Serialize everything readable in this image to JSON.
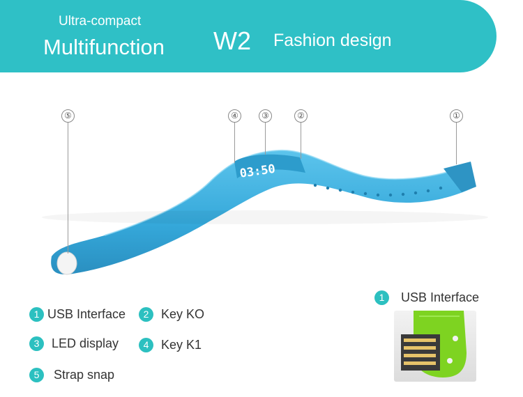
{
  "banner": {
    "subtitle": "Ultra-compact",
    "title": "Multifunction",
    "model": "W2",
    "tagline": "Fashion design"
  },
  "callouts": [
    "①",
    "②",
    "③",
    "④",
    "⑤"
  ],
  "led_digits": "03:50",
  "legend": [
    {
      "num": "1",
      "label": "USB Interface"
    },
    {
      "num": "2",
      "label": "Key KO"
    },
    {
      "num": "3",
      "label": "LED display"
    },
    {
      "num": "4",
      "label": "Key K1"
    },
    {
      "num": "5",
      "label": "Strap snap"
    }
  ],
  "detail": {
    "num": "1",
    "label": "USB Interface"
  },
  "colors": {
    "banner": "#2fc0c6",
    "band": "#3aaedc",
    "badge": "#2cc0c0",
    "connector": "#7ed321"
  }
}
